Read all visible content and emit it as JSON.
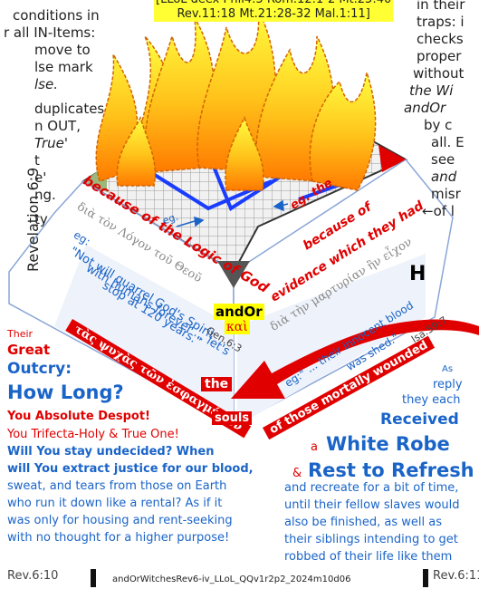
{
  "colors": {
    "blue": "#1a64c8",
    "red": "#e00000",
    "yellow": "#ffff00",
    "pale_blue": "#dde6f5",
    "flame_orange": "#f07a10"
  },
  "top_ref": {
    "line1": "[LLoL deex Phil4:5 Rom.12:1-2   Mt.25:40",
    "line2": "Rev.11:18 Mt.21:28-32  Mal.1:11]"
  },
  "top_left": {
    "l1": "conditions in",
    "l2": "r all IN-Items:",
    "l3": "move to",
    "l4": "lse mark",
    "l5": "lse.",
    "l6": "duplicates",
    "l7": "n OUT,",
    "l8": "True'",
    "l9": "t",
    "l10": "e'",
    "l11": "ng.",
    "l12": "ty"
  },
  "top_right": {
    "l1": "in their",
    "l2": "traps: i",
    "l3": "checks",
    "l4": "proper",
    "l5": "without",
    "l6": "the Wi",
    "l7": "andOr",
    "l8": "by c",
    "l9": "all. E",
    "l10": "see",
    "l11": "and",
    "l12": "misr",
    "l13": "←of l"
  },
  "rotated": {
    "revelation": "Revelation 6:9"
  },
  "left_face": {
    "because_logic": "because of the Logic of God",
    "eg1": "eg.",
    "greek1": "διὰ τὸν Λόγον τοῦ Θεοῦ",
    "eg2": "eg:",
    "quote1": "\"Not will quarrel God's Spirit",
    "quote2": "with humans forever ... let's",
    "quote3": "stop at 120 years.\"",
    "gen": "Gen.6:3",
    "greek_souls": "τὰς ψυχὰς τῶν ἐσφαγμένων",
    "the": "the",
    "souls": "souls"
  },
  "right_face": {
    "eg_the": "eg. the",
    "because_of": "because of",
    "evidence": "evidence which they had",
    "greek2": "διὰ τὴν μαρτυρίαν ἣν εἶχον",
    "eg3": "eg:\"",
    "blood1": "... their innocent blood",
    "blood2": "was shed.\"",
    "isa": "Isa.59:7",
    "mortally": "of those mortally wounded"
  },
  "center": {
    "andor": "andOr",
    "kai": "καὶ",
    "h": "H"
  },
  "bottom_left": {
    "their": "Their",
    "great": "Great",
    "outcry": "Outcry:",
    "how_long": "How Long?",
    "despot": "You  Absolute  Despot!",
    "trifecta": "You Trifecta-Holy & True One!",
    "stay": "Will You stay undecided?  When",
    "extract": "will You extract justice for our blood,",
    "sweat": "sweat, and tears  from those on Earth",
    "rental": "who run it down like a rental?   As if it",
    "housing": "was only for housing and rent-seeking",
    "higher": "with no thought for  a higher purpose!"
  },
  "bottom_right": {
    "as": "As",
    "reply": "reply",
    "each": "they each",
    "received": "Received",
    "a": "a",
    "robe": "White Robe",
    "amp": "&",
    "rest": "Rest to Refresh",
    "recreate": "and recreate  for a bit of time,",
    "until": "until their fellow slaves would",
    "finished": "also  be finished,   as well as",
    "siblings": "their siblings  intending to get",
    "robbed": "robbed  of their life like them"
  },
  "footer": {
    "left_ref": "Rev.6:10",
    "file": "andOrWitchesRev6-iv_LLoL_QQv1r2p2_2024m10d06",
    "right_ref": "Rev.6:11"
  }
}
